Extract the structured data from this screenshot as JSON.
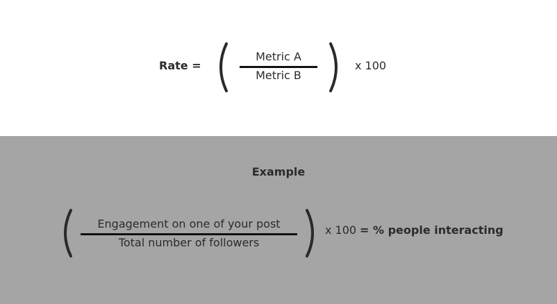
{
  "formula": {
    "lhs": "Rate =",
    "numerator": "Metric A",
    "denominator": "Metric B",
    "multiplier": "x 100"
  },
  "example": {
    "heading": "Example",
    "numerator": "Engagement on one of your post",
    "denominator": "Total number of followers",
    "multiplier": "x 100",
    "result": "= % people interacting"
  },
  "colors": {
    "top_background": "#ffffff",
    "bottom_background": "#a4a5a4",
    "text": "#2b2b2b"
  }
}
